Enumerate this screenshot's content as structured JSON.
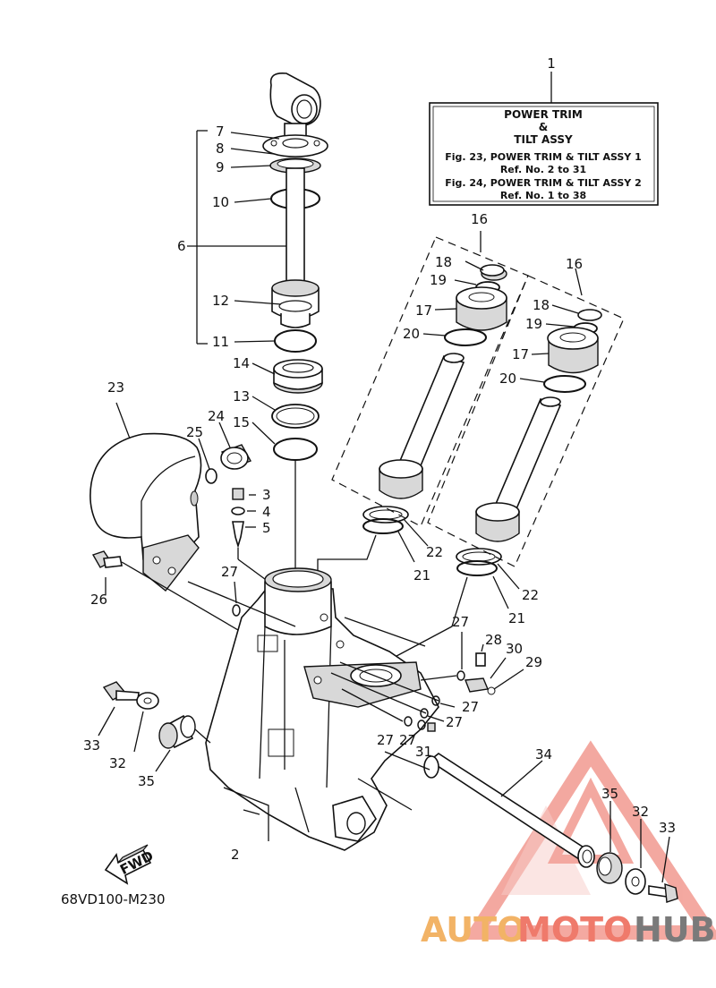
{
  "callout_box": {
    "ref": "1",
    "line1": "POWER TRIM",
    "line2": "&",
    "line3": "TILT ASSY",
    "line4": "Fig. 23, POWER TRIM & TILT ASSY 1",
    "line5": "Ref. No. 2 to 31",
    "line6": "Fig. 24, POWER TRIM & TILT ASSY 2",
    "line7": "Ref. No. 1 to 38"
  },
  "labels": {
    "l2": "2",
    "l3": "3",
    "l4": "4",
    "l5": "5",
    "l6": "6",
    "l7": "7",
    "l8": "8",
    "l9": "9",
    "l10": "10",
    "l11": "11",
    "l12": "12",
    "l13": "13",
    "l14": "14",
    "l15": "15",
    "l16a": "16",
    "l16b": "16",
    "l17a": "17",
    "l17b": "17",
    "l18a": "18",
    "l18b": "18",
    "l19a": "19",
    "l19b": "19",
    "l20a": "20",
    "l20b": "20",
    "l21a": "21",
    "l21b": "21",
    "l22a": "22",
    "l22b": "22",
    "l23": "23",
    "l24": "24",
    "l25": "25",
    "l26": "26",
    "l27a": "27",
    "l27b": "27",
    "l27c": "27",
    "l27d": "27",
    "l27e": "27",
    "l27f": "27",
    "l28": "28",
    "l29": "29",
    "l30": "30",
    "l31": "31",
    "l32a": "32",
    "l32b": "32",
    "l33a": "33",
    "l33b": "33",
    "l34": "34",
    "l35a": "35",
    "l35b": "35"
  },
  "fwd_label": "FWD",
  "diagram_code": "68VD100-M230",
  "watermark": {
    "part1": "AUTO",
    "part2": "MOTO",
    "part3": "HUB",
    "colors": {
      "auto": "#f2b366",
      "moto": "#ef7a6b",
      "hub": "#7a7a7a",
      "logo": "#f29a90"
    }
  }
}
